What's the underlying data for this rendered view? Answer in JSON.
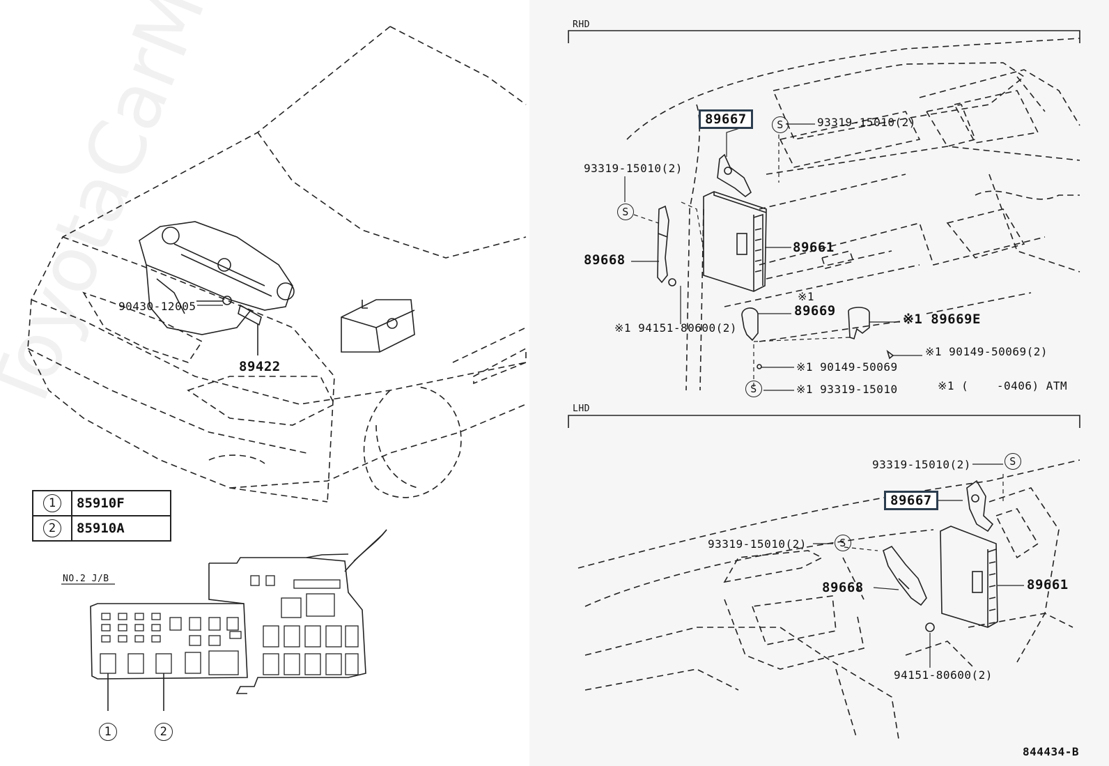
{
  "rhd_section": {
    "header": "RHD",
    "labels": {
      "ecu_bracket": "89667",
      "screw_top_right": "93319-15010(2)",
      "screw_top_left": "93319-15010(2)",
      "ecu": "89661",
      "bracket_left": "89668",
      "clip_note": "※1",
      "bracket_small": "89669",
      "nut_left": "※1 94151-80600(2)",
      "bracket_e": "※1 89669E",
      "bolt_right": "※1 90149-50069(2)",
      "bolt_bottom": "※1 90149-50069",
      "screw_bottom": "※1 93319-15010",
      "footnote": "※1 (    -0406) ATM"
    }
  },
  "lhd_section": {
    "header": "LHD",
    "labels": {
      "screw_top": "93319-15010(2)",
      "ecu_bracket": "89667",
      "screw_left": "93319-15010(2)",
      "bracket": "89668",
      "ecu": "89661",
      "nut": "94151-80600(2)"
    }
  },
  "engine_view": {
    "labels": {
      "plug": "90430-12005",
      "sensor": "89422"
    }
  },
  "legend": {
    "rows": [
      {
        "marker": "1",
        "part": "85910F"
      },
      {
        "marker": "2",
        "part": "85910A"
      }
    ]
  },
  "junction_block": {
    "title": "NO.2 J/B",
    "marker_1": "1",
    "marker_2": "2"
  },
  "screw_symbol": "S",
  "diagram_code": "844434-B",
  "watermark": "ToyotaCarMine.ru"
}
